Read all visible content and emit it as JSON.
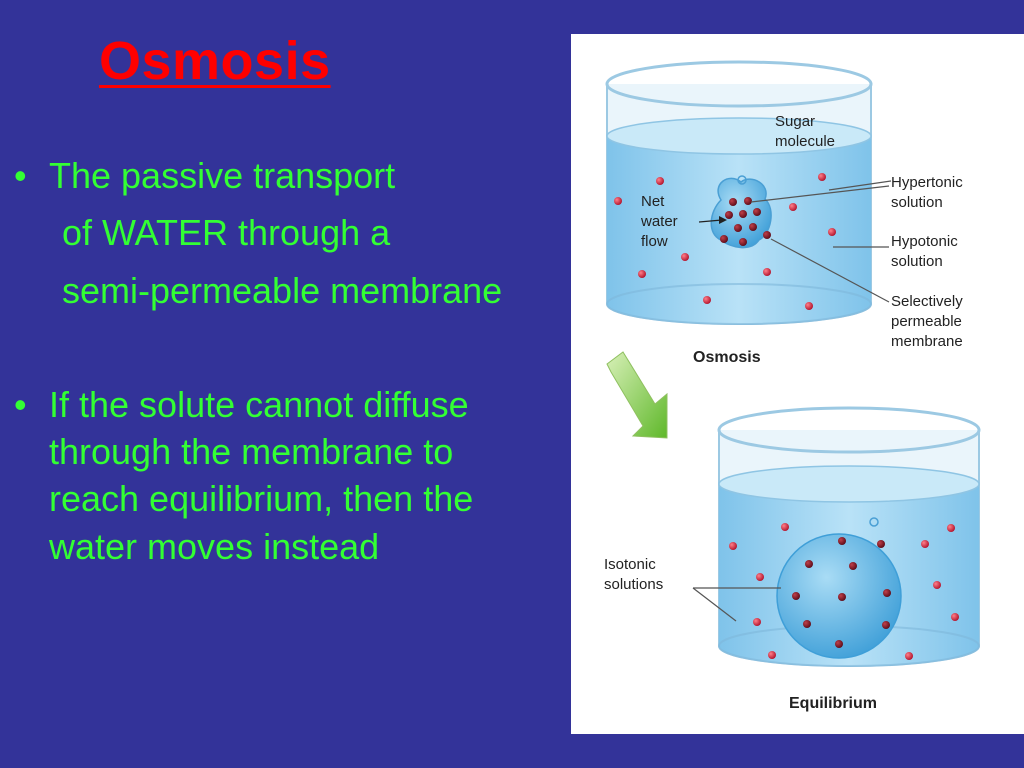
{
  "slide": {
    "title": "Osmosis",
    "bullet_marker": "•",
    "bullets": [
      {
        "lines": [
          "The passive transport",
          "of WATER through a",
          "semi-permeable membrane"
        ]
      },
      {
        "lines": [
          "If the solute cannot diffuse",
          "through the membrane to",
          "reach equilibrium, then the",
          "water moves instead"
        ]
      }
    ]
  },
  "figure": {
    "top_caption": "Osmosis",
    "bottom_caption": "Equilibrium",
    "labels": {
      "sugar_molecule": [
        "Sugar",
        "molecule"
      ],
      "net_water_flow": [
        "Net",
        "water",
        "flow"
      ],
      "hypertonic": [
        "Hypertonic",
        "solution"
      ],
      "hypotonic": [
        "Hypotonic",
        "solution"
      ],
      "membrane": [
        "Selectively",
        "permeable",
        "membrane"
      ],
      "isotonic": [
        "Isotonic",
        "solutions"
      ]
    }
  },
  "colors": {
    "background": "#333399",
    "title": "#ff0000",
    "text": "#33ff33",
    "water": "#a7d8f2",
    "molecule": "#cc2233",
    "arrow": "#7fcf3a"
  }
}
